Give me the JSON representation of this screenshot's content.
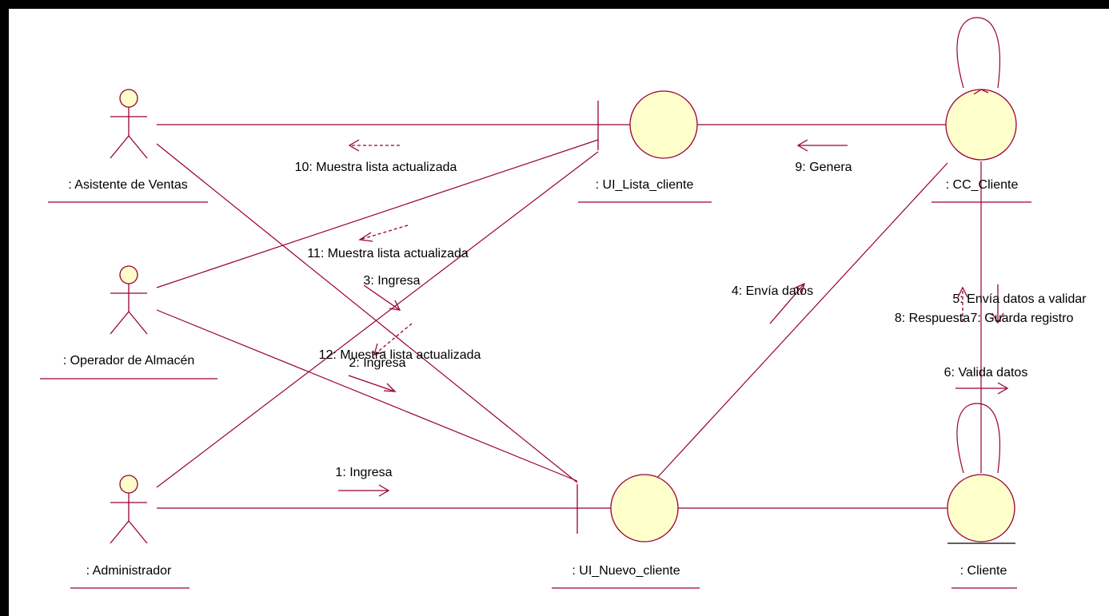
{
  "diagram": {
    "colors": {
      "line": "#990033",
      "node_fill": "#ffffcc",
      "node_stroke": "#990033",
      "frame": "#000000",
      "background": "#ffffff"
    },
    "actors": [
      {
        "label": ": Asistente de Ventas"
      },
      {
        "label": ": Operador de Almacén"
      },
      {
        "label": ": Administrador"
      }
    ],
    "objects": [
      {
        "label": ": UI_Lista_cliente",
        "kind": "boundary"
      },
      {
        "label": ": UI_Nuevo_cliente",
        "kind": "boundary"
      },
      {
        "label": ": CC_Cliente",
        "kind": "control"
      },
      {
        "label": ": Cliente",
        "kind": "entity"
      }
    ],
    "messages": [
      {
        "label": "1: Ingresa"
      },
      {
        "label": "2: Ingresa"
      },
      {
        "label": "3: Ingresa"
      },
      {
        "label": "4: Envía datos"
      },
      {
        "label": "5: Envía datos a validar"
      },
      {
        "label": "6: Valida datos"
      },
      {
        "label": "7: Guarda registro"
      },
      {
        "label": "8: Respuesta"
      },
      {
        "label": "9: Genera"
      },
      {
        "label": "10: Muestra lista actualizada"
      },
      {
        "label": "11: Muestra lista actualizada"
      },
      {
        "label": "12: Muestra lista actualizada"
      }
    ]
  }
}
